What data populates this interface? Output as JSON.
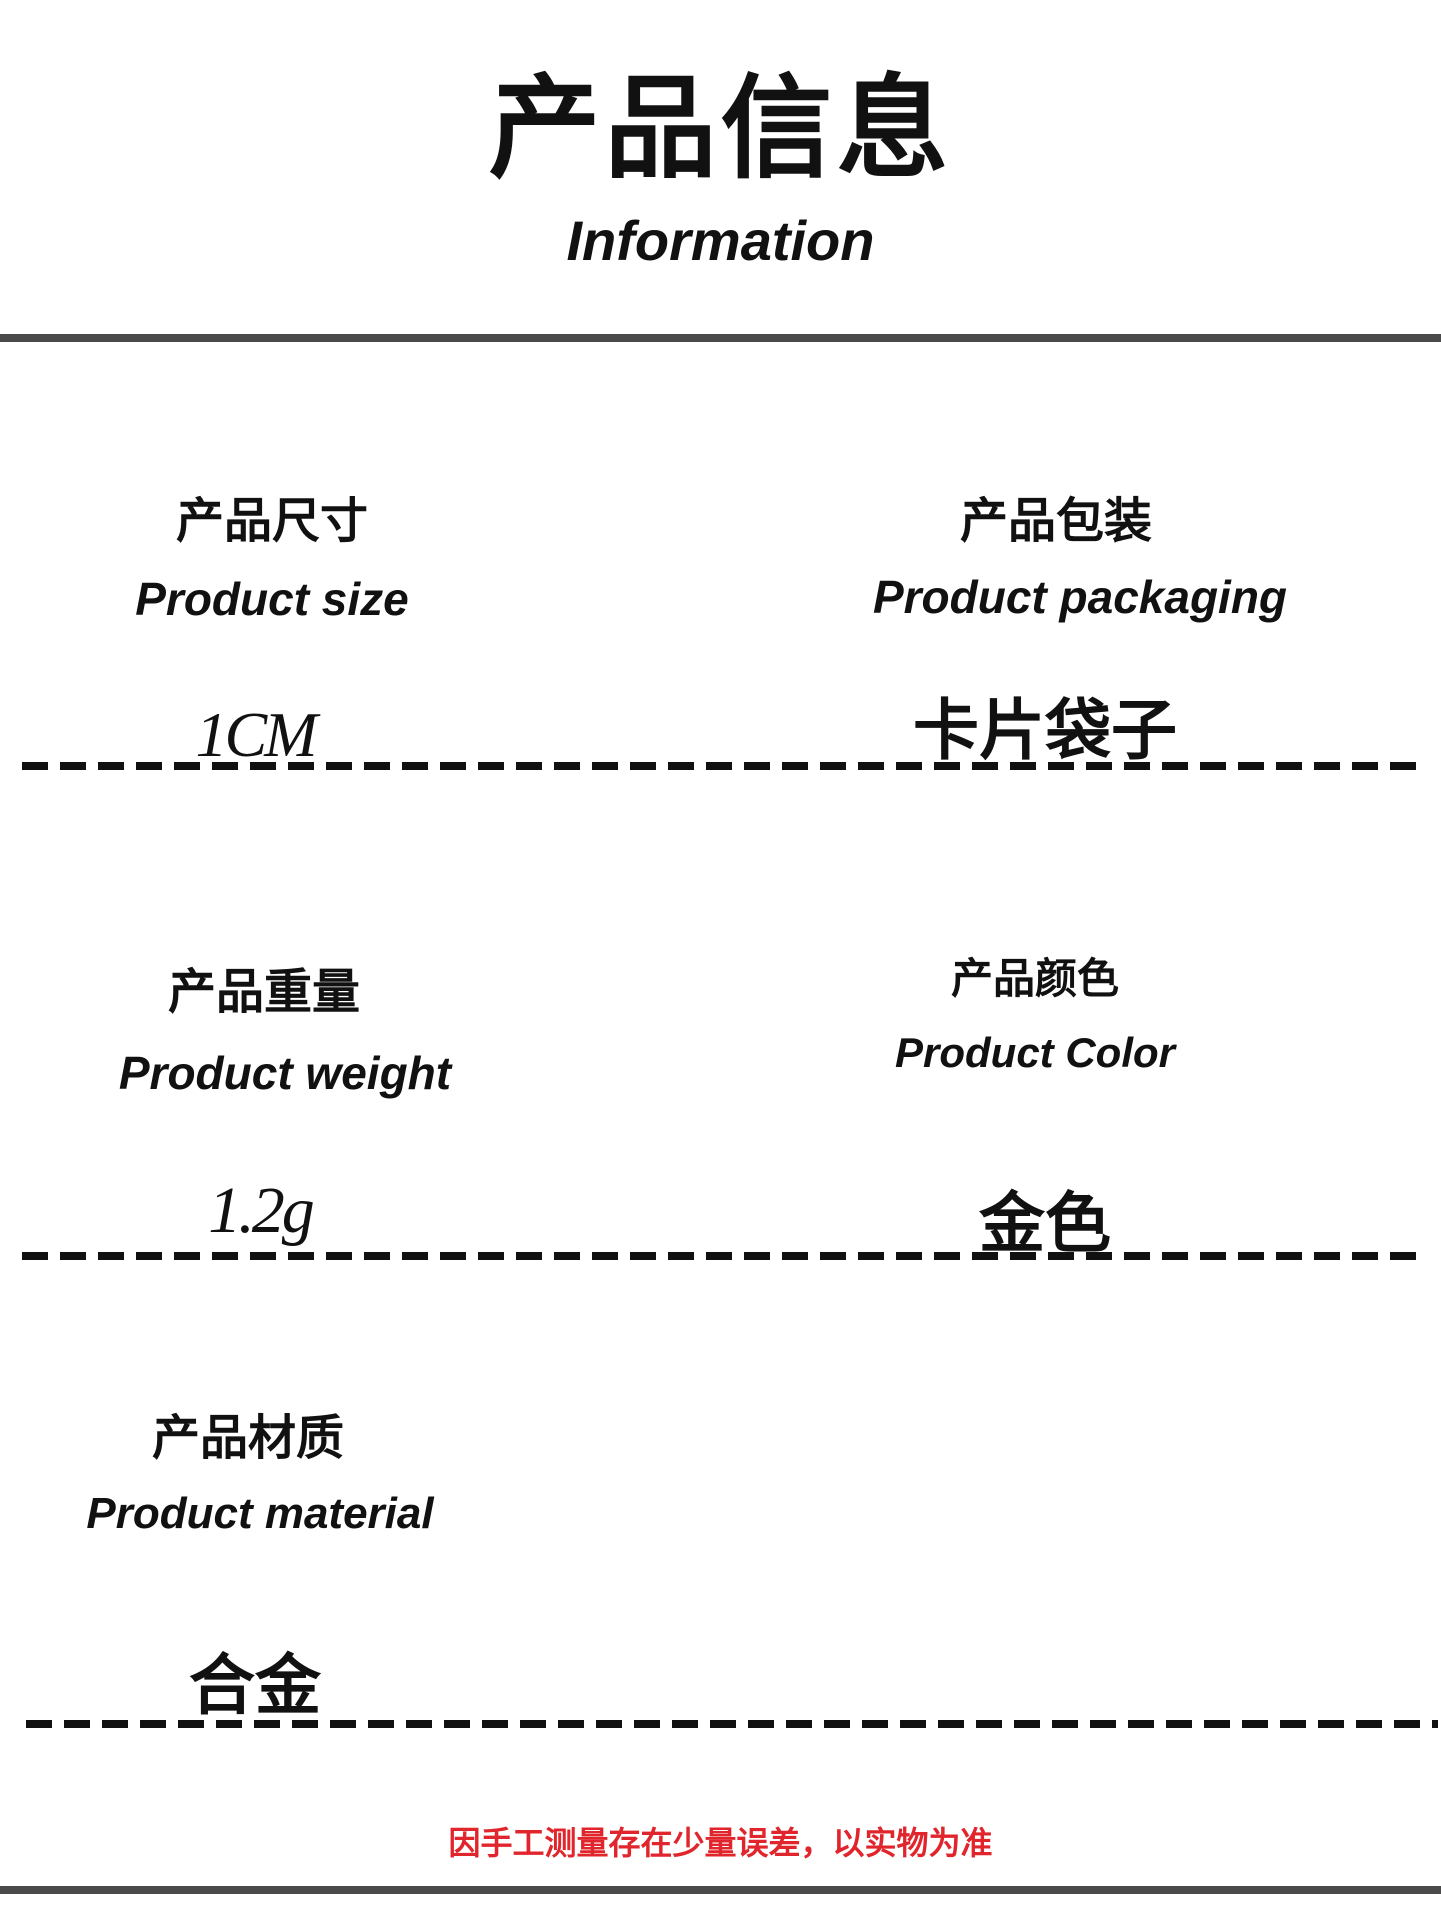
{
  "header": {
    "title_cn": "产品信息",
    "title_en": "Information"
  },
  "fields": {
    "size": {
      "label_cn": "产品尺寸",
      "label_en": "Product size",
      "value": "1CM"
    },
    "packaging": {
      "label_cn": "产品包装",
      "label_en": "Product packaging",
      "value": "卡片袋子"
    },
    "weight": {
      "label_cn": "产品重量",
      "label_en": "Product weight",
      "value": "1.2g"
    },
    "color": {
      "label_cn": "产品颜色",
      "label_en": "Product Color",
      "value": "金色"
    },
    "material": {
      "label_cn": "产品材质",
      "label_en": "Product material",
      "value": "合金"
    }
  },
  "footer": {
    "note": "因手工测量存在少量误差，以实物为准"
  },
  "colors": {
    "note_red": "#e0262c",
    "rule_gray": "#4a4a4a"
  }
}
